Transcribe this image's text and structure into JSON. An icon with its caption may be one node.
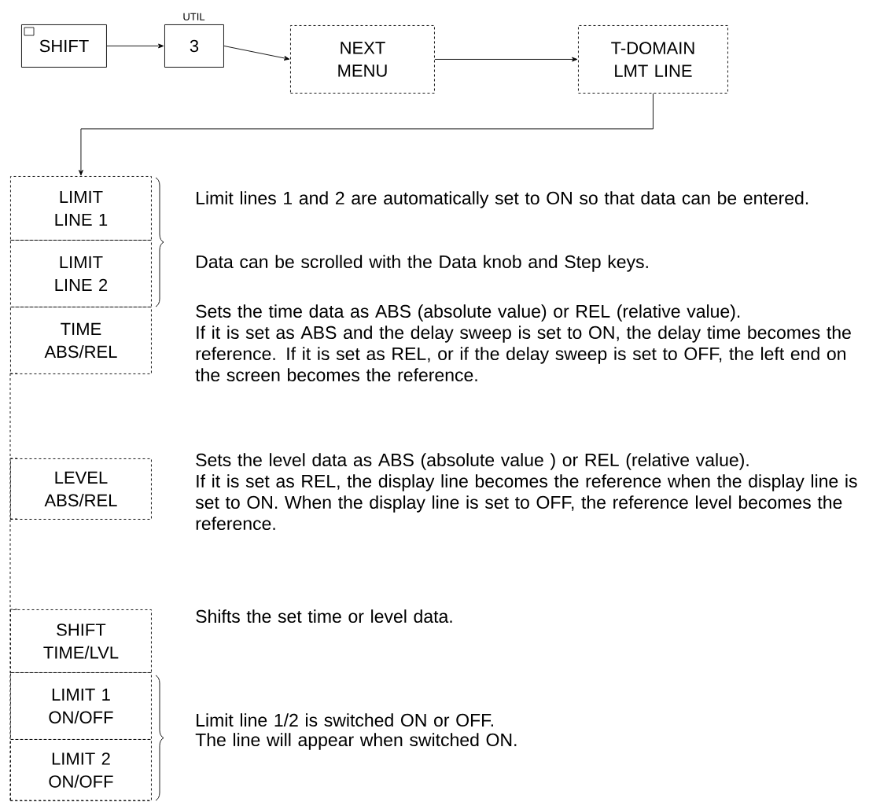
{
  "diagram": {
    "nodes": [
      {
        "text": [
          "SHIFT"
        ]
      },
      {
        "text": [
          "3"
        ],
        "beside": [
          "UTIL"
        ]
      },
      {
        "text": [
          "NEXT MENU"
        ]
      },
      {
        "text": [
          "T-DOMAIN LMT LINE"
        ]
      },
      {
        "text": [
          "LIMIT LINE 1"
        ]
      },
      {
        "text": [
          "LIMIT LINE 2"
        ]
      },
      {
        "text": [
          "TIME ABS/REL"
        ]
      },
      {
        "text": [
          "LEVEL ABS/REL"
        ]
      },
      {
        "text": [
          "SHIFT TIME/LVL"
        ]
      },
      {
        "text": [
          "LIMIT 1 ON/OFF"
        ]
      },
      {
        "text": [
          "LIMIT 2 ON/OFF"
        ]
      }
    ],
    "edges": [
      {
        "from": 0,
        "to": 1,
        "arrow": "to"
      },
      {
        "from": 1,
        "to": 2,
        "arrow": "to"
      },
      {
        "from": 2,
        "to": 3,
        "arrow": "to"
      },
      {
        "from": 3,
        "to": 4,
        "arrow": "to"
      }
    ],
    "labels": [
      "Limit lines 1 and 2 are automatically set to ON so that data can be entered.",
      "Data can be scrolled with the Data knob and Step keys.",
      "Sets the time data as ABS (absolute value) or REL (relative value).",
      "If it is set as ABS and the delay sweep is set to ON, the delay time becomes the reference. If it is set as REL, or if the delay sweep is set to OFF, the left end on the screen becomes the reference.",
      "Sets the level data as ABS (absolute value ) or REL (relative value).",
      "If it is set as REL, the display line becomes the reference when the display line is set to ON. When the display line is set to OFF, the reference level becomes the reference.",
      "Shifts the set time or level data.",
      "Limit  line 1/2 is switched ON or OFF.",
      "The line will appear when switched ON."
    ]
  }
}
